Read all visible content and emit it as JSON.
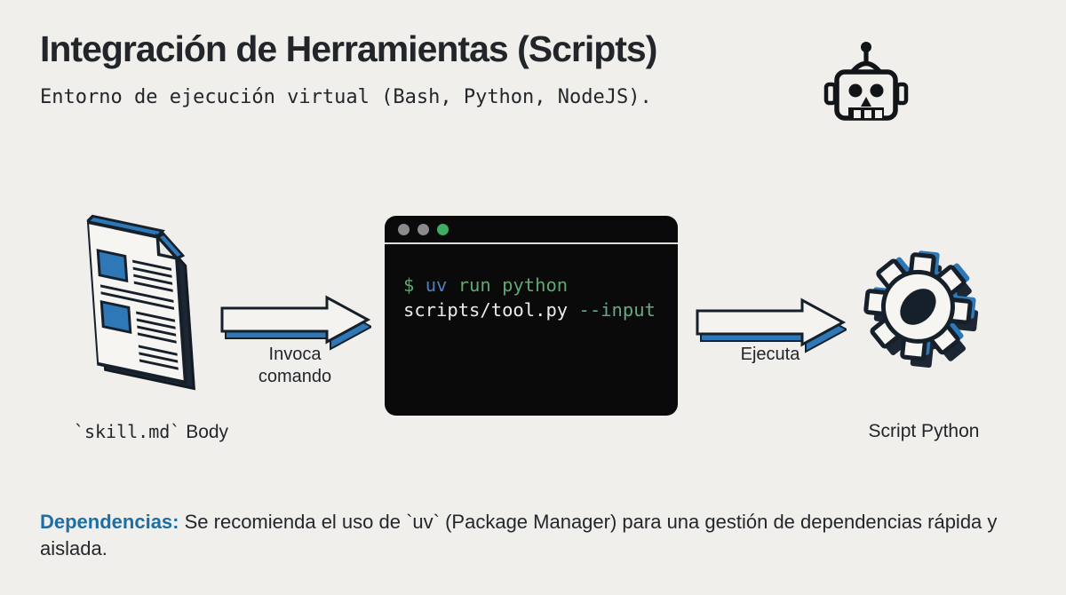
{
  "header": {
    "title": "Integración de Herramientas (Scripts)",
    "subtitle": "Entorno de ejecución virtual (Bash, Python, NodeJS)."
  },
  "diagram": {
    "source": {
      "icon": "document-isometric-icon",
      "caption_code": "`skill.md`",
      "caption_rest": " Body"
    },
    "invoke_arrow": {
      "icon": "block-arrow-right-icon",
      "label_line1": "Invoca",
      "label_line2": "comando"
    },
    "terminal": {
      "window_dots": [
        "gray",
        "gray",
        "green"
      ],
      "line1": {
        "prompt": "$ ",
        "program": "uv",
        "args": " run python"
      },
      "line2": {
        "path": "scripts/tool.py",
        "flag": " --input"
      }
    },
    "execute_arrow": {
      "icon": "block-arrow-right-icon",
      "label": "Ejecuta"
    },
    "target": {
      "icon": "gear-isometric-icon",
      "caption": "Script Python"
    }
  },
  "footer": {
    "lead": "Dependencias:",
    "body": " Se recomienda el uso de `uv` (Package Manager) para una gestión de dependencias rápida y aislada."
  },
  "colors": {
    "background": "#f0efec",
    "ink": "#22262a",
    "accent_blue": "#2e78b8",
    "extrusion_dark": "#1d2733",
    "terminal_bg": "#0a0a0a",
    "terminal_green": "#5fa873",
    "terminal_blue": "#4b80c3",
    "terminal_white": "#ebebeb",
    "terminal_flag_green": "#68a685",
    "window_dot_gray": "#8b8b8b",
    "window_dot_green": "#42ab62",
    "footer_lead_blue": "#1c6ea4"
  }
}
